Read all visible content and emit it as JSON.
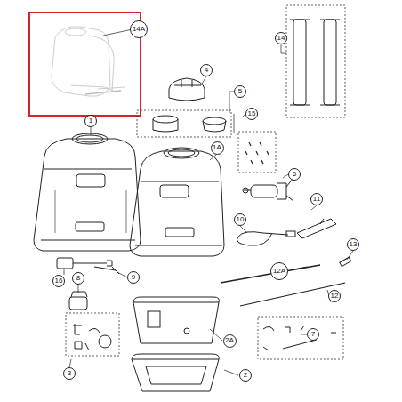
{
  "diagram": {
    "nodes": [
      {
        "text": [
          "14A"
        ]
      },
      {
        "text": [
          "4"
        ]
      },
      {
        "text": [
          "5"
        ]
      },
      {
        "text": [
          "14"
        ]
      },
      {
        "text": [
          "15"
        ]
      },
      {
        "text": [
          "1"
        ]
      },
      {
        "text": [
          "1A"
        ]
      },
      {
        "text": [
          "6"
        ]
      },
      {
        "text": [
          "11"
        ]
      },
      {
        "text": [
          "10"
        ]
      },
      {
        "text": [
          "13"
        ]
      },
      {
        "text": [
          "16"
        ]
      },
      {
        "text": [
          "9"
        ]
      },
      {
        "text": [
          "12A"
        ]
      },
      {
        "text": [
          "8"
        ]
      },
      {
        "text": [
          "12"
        ]
      },
      {
        "text": [
          "7"
        ]
      },
      {
        "text": [
          "3"
        ]
      },
      {
        "text": [
          "2A"
        ]
      },
      {
        "text": [
          "2"
        ]
      }
    ]
  }
}
